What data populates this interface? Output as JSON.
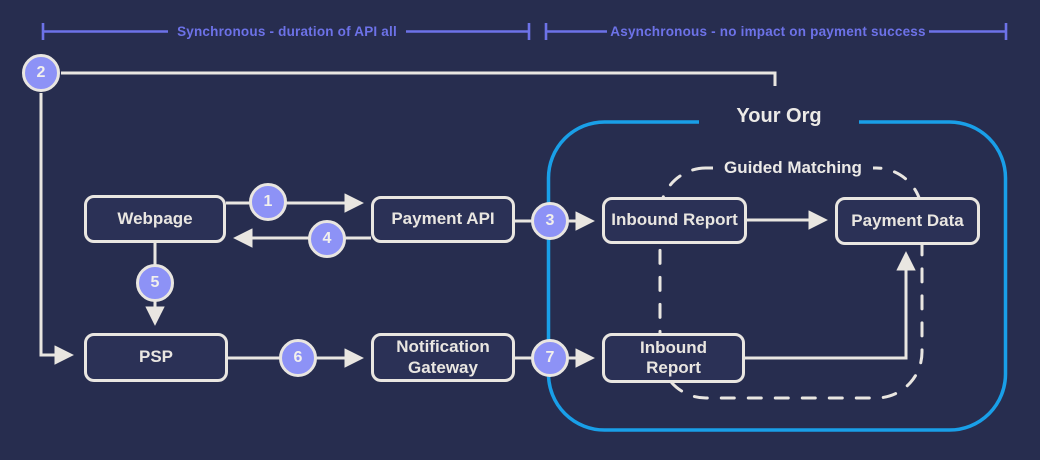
{
  "diagram": {
    "brackets": {
      "sync": {
        "label": "Synchronous - duration of API all"
      },
      "async": {
        "label": "Asynchronous - no impact on payment success"
      }
    },
    "regions": {
      "your_org": {
        "label": "Your Org"
      },
      "guided_matching": {
        "label": "Guided Matching"
      }
    },
    "nodes": {
      "webpage": {
        "label": "Webpage"
      },
      "payment_api": {
        "label": "Payment API"
      },
      "psp": {
        "label": "PSP"
      },
      "notification_gateway": {
        "label": "Notification Gateway"
      },
      "inbound_report_top": {
        "label": "Inbound Report"
      },
      "payment_data": {
        "label": "Payment Data"
      },
      "inbound_report_bottom": {
        "label": "Inbound Report"
      }
    },
    "steps": {
      "s1": {
        "label": "1"
      },
      "s2": {
        "label": "2"
      },
      "s3": {
        "label": "3"
      },
      "s4": {
        "label": "4"
      },
      "s5": {
        "label": "5"
      },
      "s6": {
        "label": "6"
      },
      "s7": {
        "label": "7"
      }
    },
    "colors": {
      "background": "#272d4f",
      "wire": "#e9e6e1",
      "node_fill": "#2b3156",
      "step_fill": "#8d92f6",
      "bracket_purple": "#6d72e8",
      "your_org_blue": "#199fe8"
    }
  }
}
